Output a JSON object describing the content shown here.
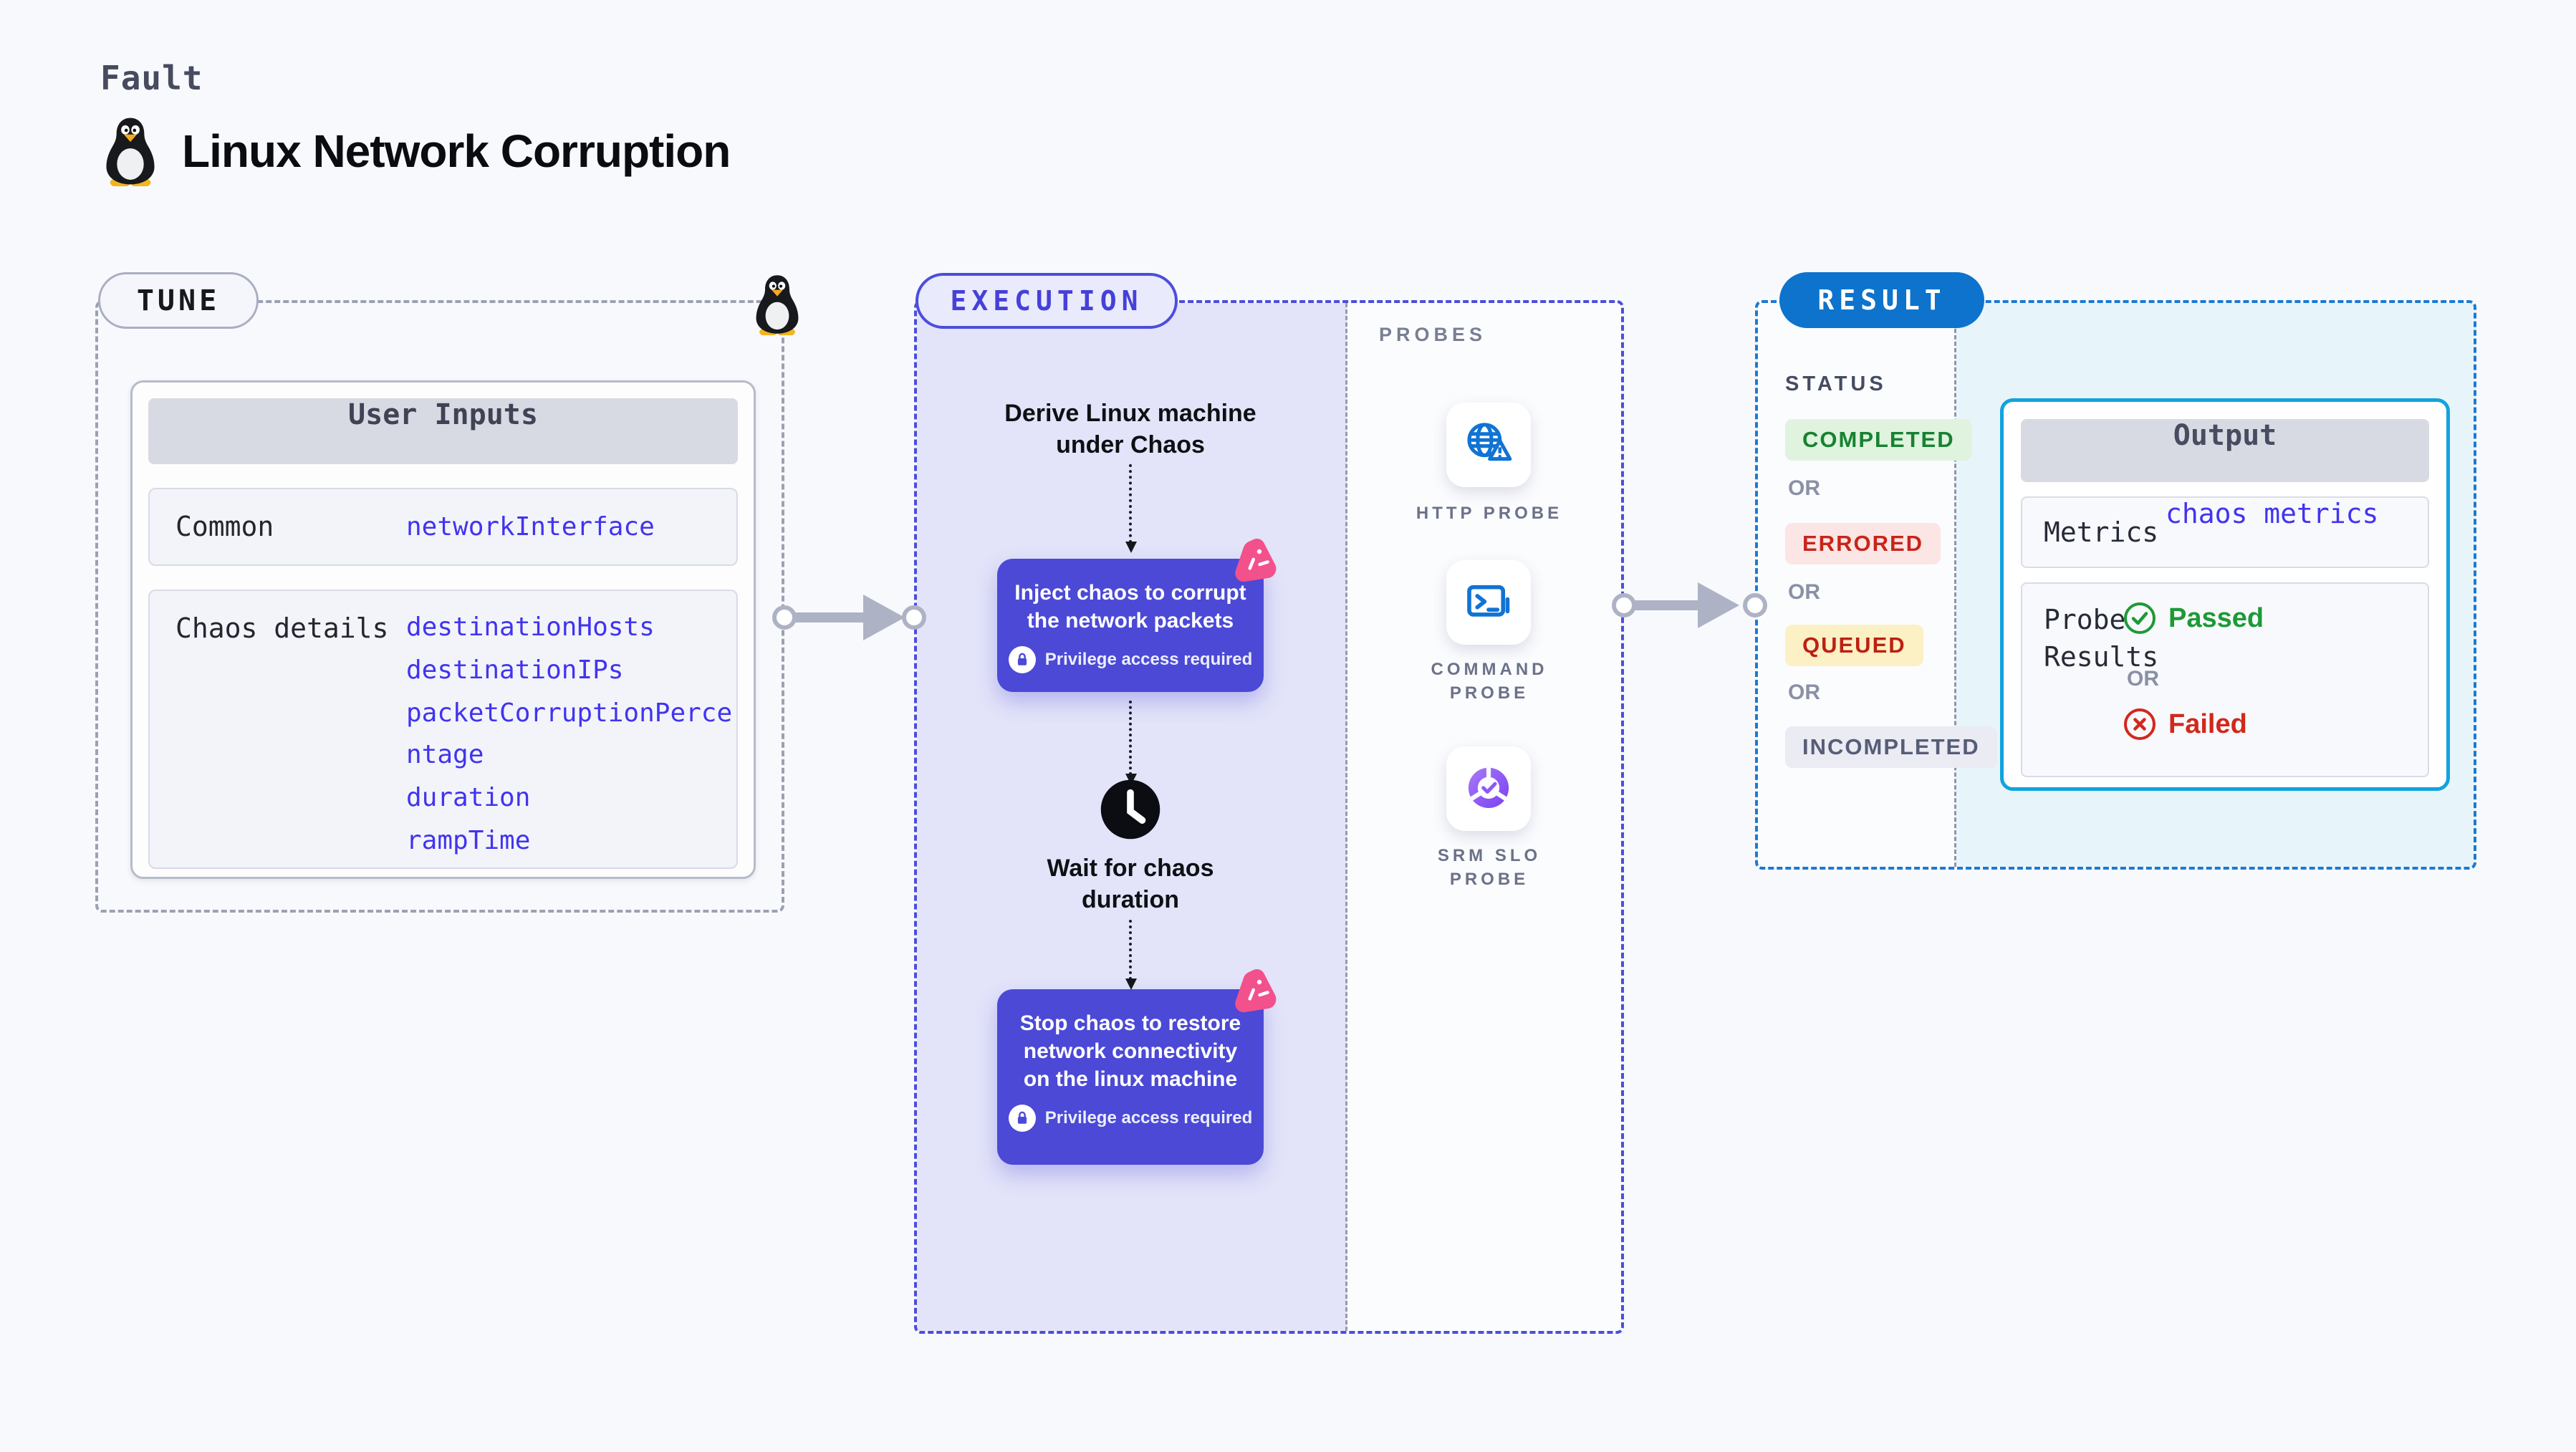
{
  "page": {
    "kicker": "Fault",
    "title": "Linux Network Corruption",
    "title_icon": "tux-penguin-icon"
  },
  "tune": {
    "label": "TUNE",
    "corner_icon": "tux-penguin-icon",
    "table": {
      "title": "User Inputs",
      "rows": [
        {
          "label": "Common",
          "values": [
            "networkInterface"
          ]
        },
        {
          "label": "Chaos details",
          "values": [
            "destinationHosts",
            "destinationIPs",
            "packetCorruptionPercentage",
            "duration",
            "rampTime"
          ]
        }
      ]
    }
  },
  "execution": {
    "label": "EXECUTION",
    "derive_step": "Derive Linux machine under Chaos",
    "inject_step": "Inject chaos to corrupt the network packets",
    "wait_step": "Wait for chaos duration",
    "stop_step": "Stop chaos to restore network connectivity on the linux machine",
    "privilege_note": "Privilege access required"
  },
  "probes": {
    "label": "PROBES",
    "items": [
      {
        "name": "HTTP PROBE",
        "icon": "globe-warning-icon"
      },
      {
        "name": "COMMAND PROBE",
        "icon": "terminal-icon"
      },
      {
        "name": "SRM SLO PROBE",
        "icon": "slo-donut-check-icon"
      }
    ]
  },
  "result": {
    "label": "RESULT",
    "status_label": "STATUS",
    "or_label": "OR",
    "statuses": [
      {
        "text": "COMPLETED",
        "color": "#178231",
        "bg": "#dff3de"
      },
      {
        "text": "ERRORED",
        "color": "#c8251a",
        "bg": "#fbe6e5"
      },
      {
        "text": "QUEUED",
        "color": "#bd2011",
        "bg": "#fcf0c5"
      },
      {
        "text": "INCOMPLETED",
        "color": "#575d76",
        "bg": "#eaebf3"
      }
    ],
    "output": {
      "title": "Output",
      "metrics_label": "Metrics",
      "metrics_value": "chaos metrics",
      "probe_results_label": "Probe Results",
      "passed_label": "Passed",
      "failed_label": "Failed"
    }
  },
  "colors": {
    "accent_indigo": "#4b4edb",
    "chaos_step_purple": "#4b49d6",
    "result_blue": "#0d73cc",
    "output_border_cyan": "#12a3dd",
    "value_blue": "#4134f0",
    "passed_green": "#1d9a36",
    "failed_red": "#d2281c",
    "chaos_pink": "#f2518b"
  }
}
